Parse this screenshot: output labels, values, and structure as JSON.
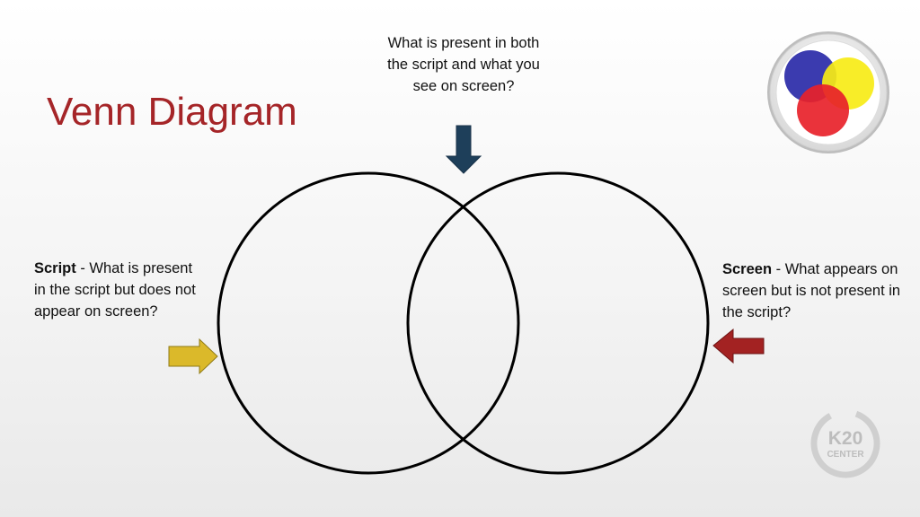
{
  "title": "Venn Diagram",
  "top_label": "What is present in both the script and what you see on screen?",
  "left_label": {
    "term": "Script",
    "rest": " - What is present in the script but does not appear on screen?"
  },
  "right_label": {
    "term": "Screen",
    "rest": " - What appears on screen but is not present in the script?"
  },
  "k20_logo": {
    "main": "K20",
    "sub": "CENTER"
  },
  "colors": {
    "title": "#a52528",
    "arrow_top": "#1e3f5a",
    "arrow_left": "#dbb92a",
    "arrow_right": "#a32222",
    "circle_blue": "#2a2aa8",
    "circle_yellow": "#f7ec16",
    "circle_red": "#e8222a"
  },
  "icons": [
    "down-arrow-icon",
    "right-arrow-icon",
    "left-arrow-icon",
    "color-venn-logo-icon",
    "k20-center-logo-icon"
  ]
}
